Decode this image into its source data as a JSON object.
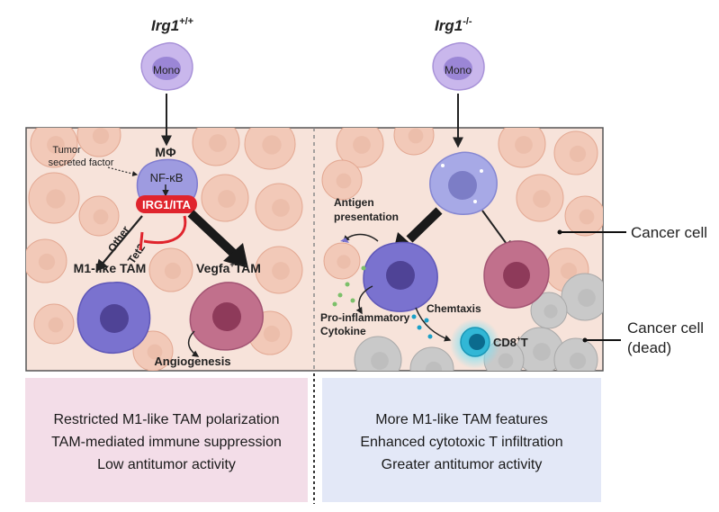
{
  "colors": {
    "tissue_bg": "#f7e3da",
    "tumor_cell": "#f2c9b8",
    "dead_cell": "#c9c9c9",
    "macrophage": "#9e9be0",
    "m1_tam": "#7a72cf",
    "vegfa_tam": "#c1708c",
    "monocyte": "#c9b7ec",
    "irg1_badge": "#e0242d",
    "cd8_t": "#31b7d6",
    "left_summary_bg": "#f3dde8",
    "right_summary_bg": "#e3e8f7"
  },
  "left_panel": {
    "genotype": "Irg1",
    "genotype_sup": "+/+",
    "monocyte_label": "Mono",
    "macrophage_label": "MΦ",
    "tumor_factor_line1": "Tumor",
    "tumor_factor_line2": "secreted factor",
    "nfkb_label": "NF-κB",
    "irg1_label": "IRG1/ITA",
    "other_label": "Other",
    "tet2_label": "Tet2",
    "m1_label": "M1-like TAM",
    "vegfa_label_main": "Vegfa",
    "vegfa_label_sup": "+",
    "vegfa_label_end": "TAM",
    "angiogenesis_label": "Angiogenesis"
  },
  "right_panel": {
    "genotype": "Irg1",
    "genotype_sup": "-/-",
    "monocyte_label": "Mono",
    "antigen_line1": "Antigen",
    "antigen_line2": "presentation",
    "cytokine_line1": "Pro-inflammatory",
    "cytokine_line2": "Cytokine",
    "chemotaxis_label": "Chemtaxis",
    "cd8_label_main": "CD8",
    "cd8_label_sup": "+",
    "cd8_label_end": "T"
  },
  "side_labels": {
    "cancer_cell": "Cancer cell",
    "dead_line1": "Cancer cell",
    "dead_line2": "(dead)"
  },
  "summary_left": [
    "Restricted M1-like TAM polarization",
    "TAM-mediated immune suppression",
    "Low antitumor activity"
  ],
  "summary_right": [
    "More M1-like TAM features",
    "Enhanced cytotoxic T infiltration",
    "Greater antitumor activity"
  ]
}
